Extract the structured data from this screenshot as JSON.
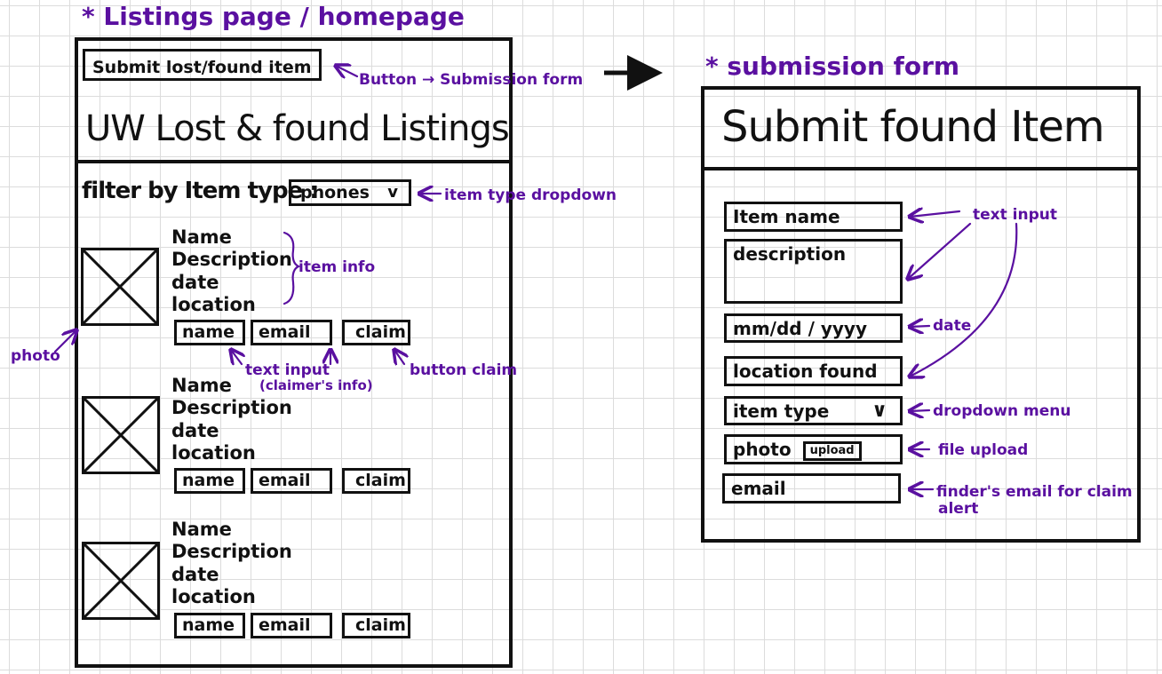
{
  "annotations": {
    "listings_title": "* Listings page / homepage",
    "form_title": "* submission form",
    "button_note": "Button → Submission form",
    "dropdown_note": "item type dropdown",
    "item_info_note": "item info",
    "photo_note": "photo",
    "text_input_note": "text input",
    "claimers_info_note": "(claimer's info)",
    "button_claim_note": "button claim",
    "form_text_input_note": "text input",
    "form_date_note": "date",
    "form_dropdown_note": "dropdown menu",
    "form_file_upload_note": "file upload",
    "form_email_note_line1": "finder's email for claim",
    "form_email_note_line2": "alert"
  },
  "listings_page": {
    "submit_button": "Submit lost/found item",
    "title": "UW Lost & found Listings",
    "filter_label": "filter by Item type :",
    "filter_value": "phones",
    "filter_chevron": "v",
    "items": [
      {
        "name": "Name",
        "description": "Description",
        "date": "date",
        "location": "location",
        "name_input": "name",
        "email_input": "email",
        "claim_button": "claim"
      },
      {
        "name": "Name",
        "description": "Description",
        "date": "date",
        "location": "location",
        "name_input": "name",
        "email_input": "email",
        "claim_button": "claim"
      },
      {
        "name": "Name",
        "description": "Description",
        "date": "date",
        "location": "location",
        "name_input": "name",
        "email_input": "email",
        "claim_button": "claim"
      }
    ]
  },
  "submission_form": {
    "title": "Submit found Item",
    "item_name": "Item name",
    "description": "description",
    "date": "mm/dd / yyyy",
    "location": "location found",
    "item_type": "item type",
    "item_type_chevron": "∨",
    "photo_label": "photo",
    "upload_button": "upload",
    "email": "email"
  },
  "colors": {
    "annotation": "#5a10a0",
    "sketch": "#111111"
  }
}
